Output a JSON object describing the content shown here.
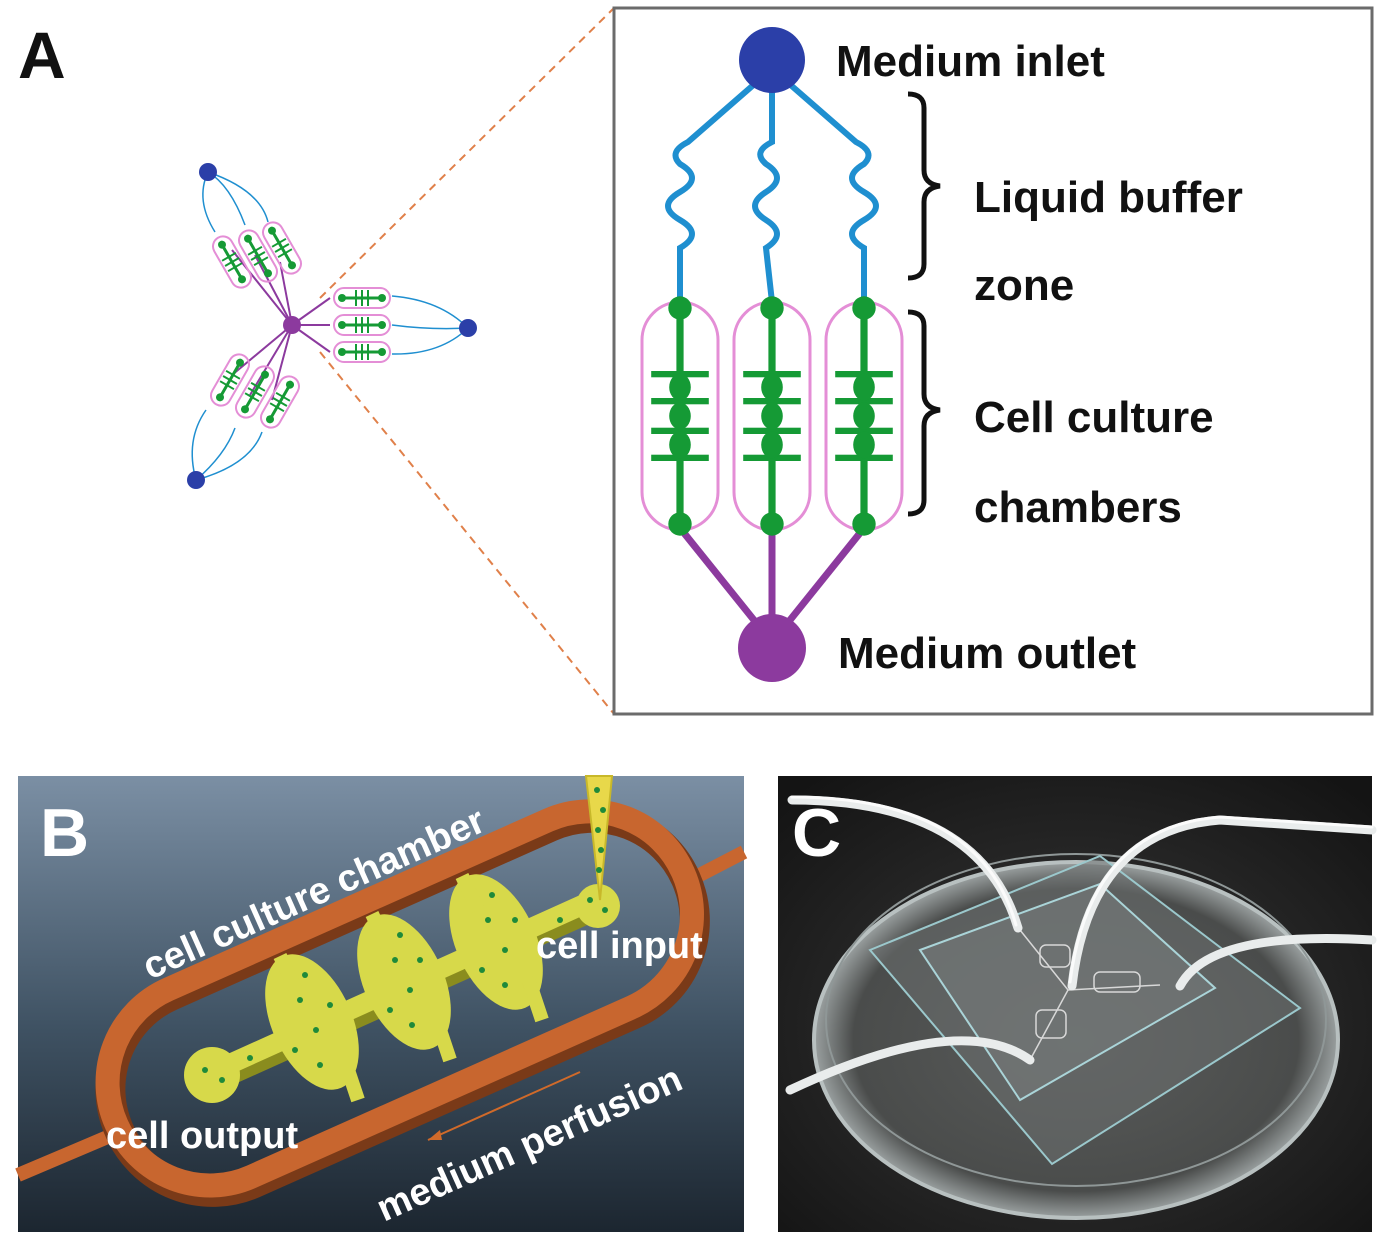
{
  "panels": {
    "a": {
      "letter": "A"
    },
    "b": {
      "letter": "B"
    },
    "c": {
      "letter": "C"
    }
  },
  "panel_a": {
    "inlet_label": "Medium inlet",
    "buffer_label_line1": "Liquid buffer",
    "buffer_label_line2": "zone",
    "chamber_label_line1": "Cell culture",
    "chamber_label_line2": "chambers",
    "outlet_label": "Medium outlet"
  },
  "panel_b": {
    "chamber_label": "cell culture chamber",
    "input_label": "cell input",
    "output_label": "cell output",
    "perfusion_label": "medium perfusion"
  },
  "colors": {
    "inlet": "#2b3fa8",
    "buffer_channel": "#1f8fd0",
    "chamber_outline": "#e48ed6",
    "cell_pattern": "#159a35",
    "outlet": "#8c3a9e",
    "zoom_lines": "#e0804a",
    "chamber_3d": "#c8662f",
    "cell_3d": "#d7d94a"
  }
}
